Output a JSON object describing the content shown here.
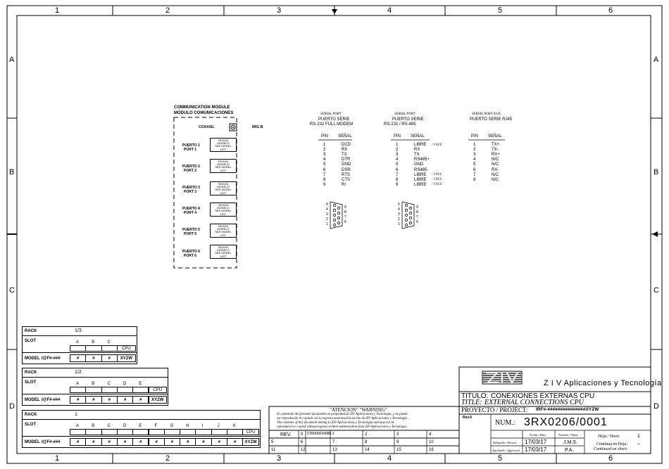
{
  "ruler": {
    "cols": [
      "1",
      "2",
      "3",
      "4",
      "5",
      "6"
    ],
    "rows": [
      "A",
      "B",
      "C",
      "D"
    ]
  },
  "comm_module": {
    "title_en": "COMMUNICATION MODULE",
    "title_es": "MÓDULO COMUNICACIONES",
    "coaxial": "COAXIAL",
    "irig": "IRIG B",
    "ports": [
      {
        "es": "PUERTO 1",
        "en": "PORT 1",
        "box": [
          "SEGÚN",
          "MODELO",
          "SEE MODEL",
          "LIST"
        ]
      },
      {
        "es": "PUERTO 2",
        "en": "PORT 2",
        "box": [
          "SEGÚN",
          "MODELO",
          "SEE MODEL",
          "LIST"
        ]
      },
      {
        "es": "PUERTO 3",
        "en": "PORT 3",
        "box": [
          "SEGÚN",
          "MODELO",
          "SEE MODEL",
          "LIST"
        ]
      },
      {
        "es": "PUERTO 4",
        "en": "PORT 4",
        "box": [
          "SEGÚN",
          "MODELO",
          "SEE MODEL",
          "LIST"
        ]
      },
      {
        "es": "PUERTO 5",
        "en": "PORT 5",
        "box": [
          "SEGÚN",
          "MODELO",
          "SEE MODEL",
          "LIST"
        ]
      },
      {
        "es": "PUERTO 6",
        "en": "PORT 6",
        "box": [
          "SEGÚN",
          "MODELO",
          "SEE MODEL",
          "LIST"
        ]
      }
    ]
  },
  "serial_tables": [
    {
      "subtitle": "SERIAL PORT",
      "title1": "PUERTO SERIE",
      "title2": "RS-232 FULL MODEM",
      "col_pin": "PIN",
      "col_signal": "SEÑAL",
      "rows": [
        {
          "pin": "1",
          "sig": "DCD",
          "free": ""
        },
        {
          "pin": "2",
          "sig": "RX",
          "free": ""
        },
        {
          "pin": "3",
          "sig": "TX",
          "free": ""
        },
        {
          "pin": "4",
          "sig": "DTR",
          "free": ""
        },
        {
          "pin": "5",
          "sig": "GND",
          "free": ""
        },
        {
          "pin": "6",
          "sig": "DSR",
          "free": ""
        },
        {
          "pin": "7",
          "sig": "RTS",
          "free": ""
        },
        {
          "pin": "8",
          "sig": "CTS",
          "free": ""
        },
        {
          "pin": "9",
          "sig": "RI",
          "free": ""
        }
      ]
    },
    {
      "subtitle": "SERIAL PORT",
      "title1": "PUERTO SERIE",
      "title2": "RS-232 / RS-485",
      "col_pin": "PIN",
      "col_signal": "SEÑAL",
      "rows": [
        {
          "pin": "1",
          "sig": "LIBRE",
          "free": "/ FREE"
        },
        {
          "pin": "2",
          "sig": "RX",
          "free": ""
        },
        {
          "pin": "3",
          "sig": "TX",
          "free": ""
        },
        {
          "pin": "4",
          "sig": "RS485+",
          "free": ""
        },
        {
          "pin": "5",
          "sig": "GND",
          "free": ""
        },
        {
          "pin": "6",
          "sig": "RS485-",
          "free": ""
        },
        {
          "pin": "7",
          "sig": "LIBRE",
          "free": "/ FREE"
        },
        {
          "pin": "8",
          "sig": "LIBRE",
          "free": "/ FREE"
        },
        {
          "pin": "9",
          "sig": "LIBRE",
          "free": "/ FREE"
        }
      ]
    },
    {
      "subtitle": "SERIAL PORT RJ45",
      "title1": "PUERTO SERIE  RJ45",
      "title2": "",
      "col_pin": "PIN",
      "col_signal": "SEÑAL",
      "rows": [
        {
          "pin": "1",
          "sig": "TX+",
          "free": ""
        },
        {
          "pin": "2",
          "sig": "TX-",
          "free": ""
        },
        {
          "pin": "3",
          "sig": "RX+",
          "free": ""
        },
        {
          "pin": "4",
          "sig": "N/C",
          "free": ""
        },
        {
          "pin": "5",
          "sig": "N/C",
          "free": ""
        },
        {
          "pin": "6",
          "sig": "RX-",
          "free": ""
        },
        {
          "pin": "7",
          "sig": "N/C",
          "free": ""
        },
        {
          "pin": "8",
          "sig": "N/C",
          "free": ""
        }
      ]
    }
  ],
  "db9_pins_left": [
    "5",
    "4",
    "3",
    "2",
    "1"
  ],
  "db9_pins_right": [
    "9",
    "8",
    "7",
    "6"
  ],
  "racks": [
    {
      "rack_label": "RACK",
      "rack_value": "1/3",
      "slot_label": "SLOT",
      "slots": [
        "A",
        "B",
        "C"
      ],
      "cpu": "CPU",
      "model_label": "MODEL",
      "model_code": "I@F#-###",
      "model_cells": [
        "#",
        "#",
        "#",
        "XYZW"
      ]
    },
    {
      "rack_label": "RACK",
      "rack_value": "1/2",
      "slot_label": "SLOT",
      "slots": [
        "A",
        "B",
        "C",
        "D",
        "E"
      ],
      "cpu": "CPU",
      "model_label": "MODEL",
      "model_code": "I@F#-###",
      "model_cells": [
        "#",
        "#",
        "#",
        "#",
        "#",
        "XYZW"
      ]
    },
    {
      "rack_label": "RACK",
      "rack_value": "1",
      "slot_label": "SLOT",
      "slots": [
        "A",
        "B",
        "C",
        "D",
        "E",
        "F",
        "G",
        "H",
        "I",
        "J",
        "K"
      ],
      "cpu": "CPU",
      "model_label": "MODEL",
      "model_code": "I@F#-###",
      "model_cells": [
        "#",
        "#",
        "#",
        "#",
        "#",
        "#",
        "#",
        "#",
        "#",
        "#",
        "#",
        "XYZW"
      ]
    }
  ],
  "warning": {
    "heading": "\"ATENCION\"   \"WARNING\"",
    "lines": [
      "El contenido del presente documento es propiedad de ZIV Aplicaciones y Tecnología, y no puede",
      "ser reproducido ni copiado sin la expresa autorización escrita de ZIV Aplicaciones y Tecnología .",
      "The contents of this document belong to ZIV Aplicaciones y Tecnología and may not be",
      "reproduced or copied without express written authorization from ZIV Aplicaciones y Tecnología ."
    ]
  },
  "revisions": {
    "rev_label": "REV.",
    "row1": [
      "0",
      "C05000034986-1",
      "",
      "2",
      "",
      "3",
      "",
      "4",
      ""
    ],
    "row2": [
      "5",
      "",
      "6",
      "",
      "7",
      "",
      "8",
      "",
      "9",
      "",
      "10",
      ""
    ],
    "row3": [
      "11",
      "",
      "12",
      "",
      "13",
      "",
      "14",
      "",
      "15",
      "",
      "16",
      ""
    ]
  },
  "title_block": {
    "logo": "ZIV",
    "company": "Z I V  Aplicaciones  y  Tecnología",
    "titulo_label": "TITULO:",
    "titulo": "CONEXIONES  EXTERNAS  CPU",
    "title_label": "TITLE:",
    "title": "EXTERNAL CONNECTIONS CPU",
    "proyecto_label": "PROYECTO / PROJECT:",
    "proyecto": "IRF#-###############XYZW",
    "rev": "Rev.0",
    "num_label": "NUM.:",
    "num": "3RX0206/0001",
    "fecha_label": "Fecha / Date",
    "nombre_label": "Nombre / Name",
    "dibujado_label": "Dibujado / Drawn",
    "dibujado_fecha": "17/03/17",
    "dibujado_nombre": "J.M.S.",
    "aprobado_label": "Aprobado / Approved",
    "aprobado_fecha": "17/03/17",
    "aprobado_nombre": "P.A.",
    "hoja_label": "Hoja / Sheet:",
    "hoja": "1",
    "continua_label": "Continua en Hoja:",
    "continua": "–",
    "continued_label": "Continued on sheet:"
  }
}
